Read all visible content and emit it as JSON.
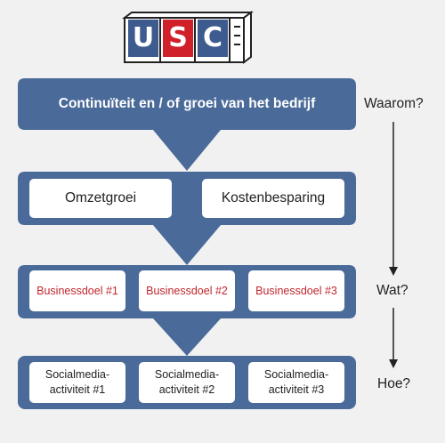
{
  "logo": {
    "letters": [
      "U",
      "S",
      "C"
    ],
    "colors": {
      "blue": "#3d5b8f",
      "red": "#d0212a"
    }
  },
  "top": {
    "text": "Continuïteit en / of groei van het bedrijf"
  },
  "level1": {
    "items": [
      "Omzetgroei",
      "Kostenbesparing"
    ]
  },
  "level2": {
    "items": [
      "Businessdoel #1",
      "Businessdoel #2",
      "Businessdoel #3"
    ]
  },
  "level3": {
    "items": [
      "Socialmedia-\nactiviteit #1",
      "Socialmedia-\nactiviteit #2",
      "Socialmedia-\nactiviteit #3"
    ]
  },
  "questions": {
    "waarom": "Waarom?",
    "wat": "Wat?",
    "hoe": "Hoe?"
  },
  "colors": {
    "panel": "#4a6a99",
    "goal_text": "#c0272d",
    "background": "#f1f1f1",
    "arrow": "#222222"
  }
}
